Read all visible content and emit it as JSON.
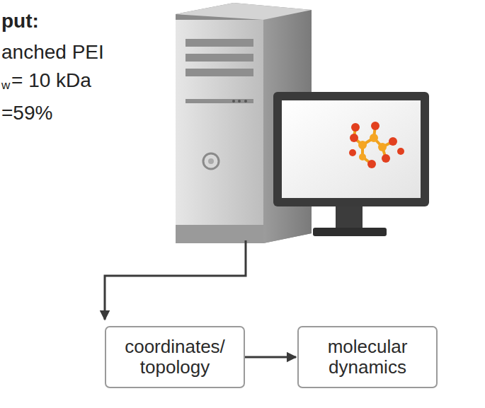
{
  "diagram": {
    "nodes": [
      {
        "text": [
          "coordinates/ topology"
        ]
      },
      {
        "text": [
          "molecular dynamics"
        ]
      }
    ],
    "edges": [
      {
        "from": 0,
        "to": 1,
        "arrow": "to"
      }
    ],
    "labels": [
      "put:",
      "anched PEI",
      "w",
      "= 10 kDa",
      "=59%"
    ]
  }
}
